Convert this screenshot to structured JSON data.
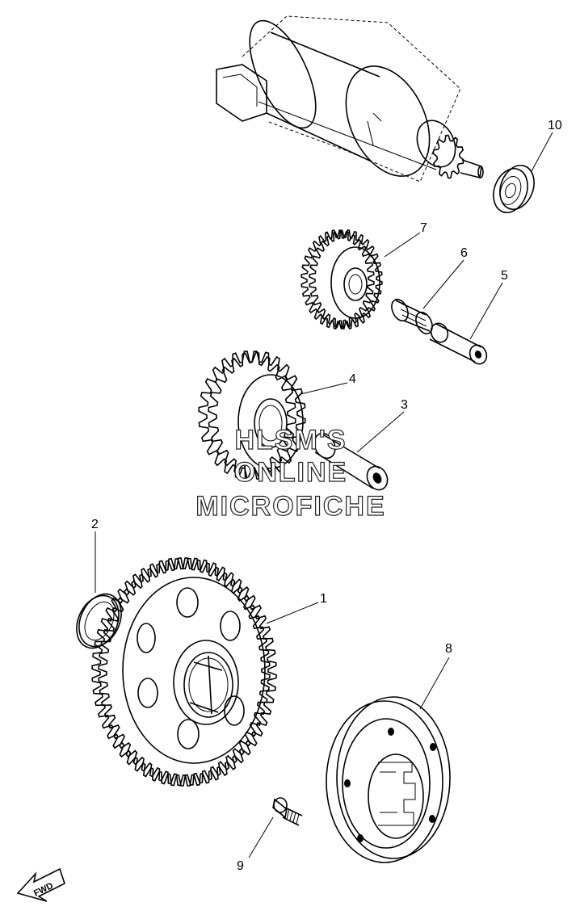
{
  "callouts": [
    {
      "id": "1",
      "label": "1"
    },
    {
      "id": "2",
      "label": "2"
    },
    {
      "id": "3",
      "label": "3"
    },
    {
      "id": "4",
      "label": "4"
    },
    {
      "id": "5",
      "label": "5"
    },
    {
      "id": "6",
      "label": "6"
    },
    {
      "id": "7",
      "label": "7"
    },
    {
      "id": "8",
      "label": "8"
    },
    {
      "id": "9",
      "label": "9"
    },
    {
      "id": "10",
      "label": "10"
    }
  ],
  "watermark": {
    "line1": "HLSM'S",
    "line2": "ONLINE",
    "line3": "MICROFICHE"
  },
  "direction_indicator": {
    "label": "FWD"
  },
  "gear_teeth": {
    "gear_1": 58,
    "gear_4": 26,
    "gear_7": 32,
    "pinion": 10
  }
}
